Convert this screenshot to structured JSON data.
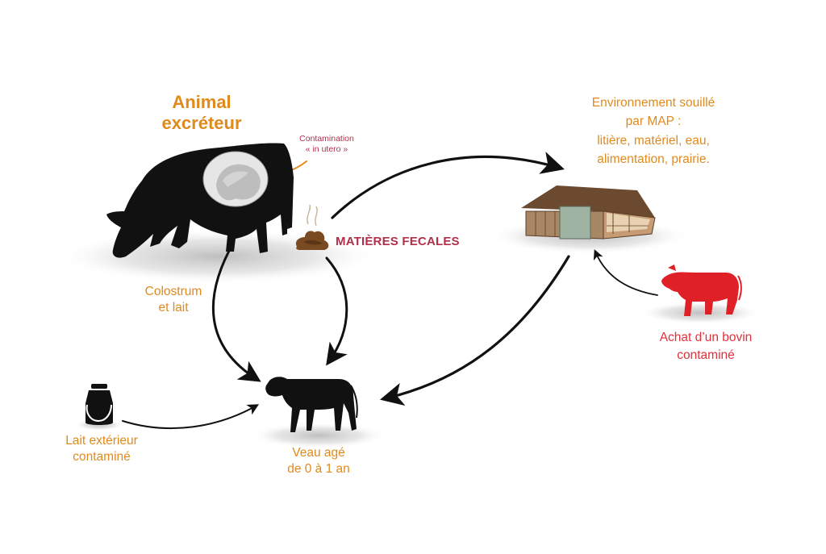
{
  "colors": {
    "orange_text": "#e08a1e",
    "feces_text": "#b0304a",
    "red_cow": "#e02027",
    "silhouette": "#111111"
  },
  "labels": {
    "title": "Animal\nexcréteur",
    "contamination": "Contamination\n« in utero »",
    "feces": "MATIÈRES FECALES",
    "environment": "Environnement souillé\npar MAP :\nlitière, matériel, eau,\nalimentation, prairie.",
    "colostrum": "Colostrum\net lait",
    "milk_can": "Lait  extérieur\ncontaminé",
    "calf": "Veau agé\nde 0 à 1 an",
    "purchase": "Achat d’un bovin\ncontaminé"
  },
  "icons": [
    "cow-silhouette-icon",
    "fetus-icon",
    "feces-icon",
    "barn-icon",
    "red-cow-icon",
    "milk-can-icon",
    "calf-icon"
  ]
}
